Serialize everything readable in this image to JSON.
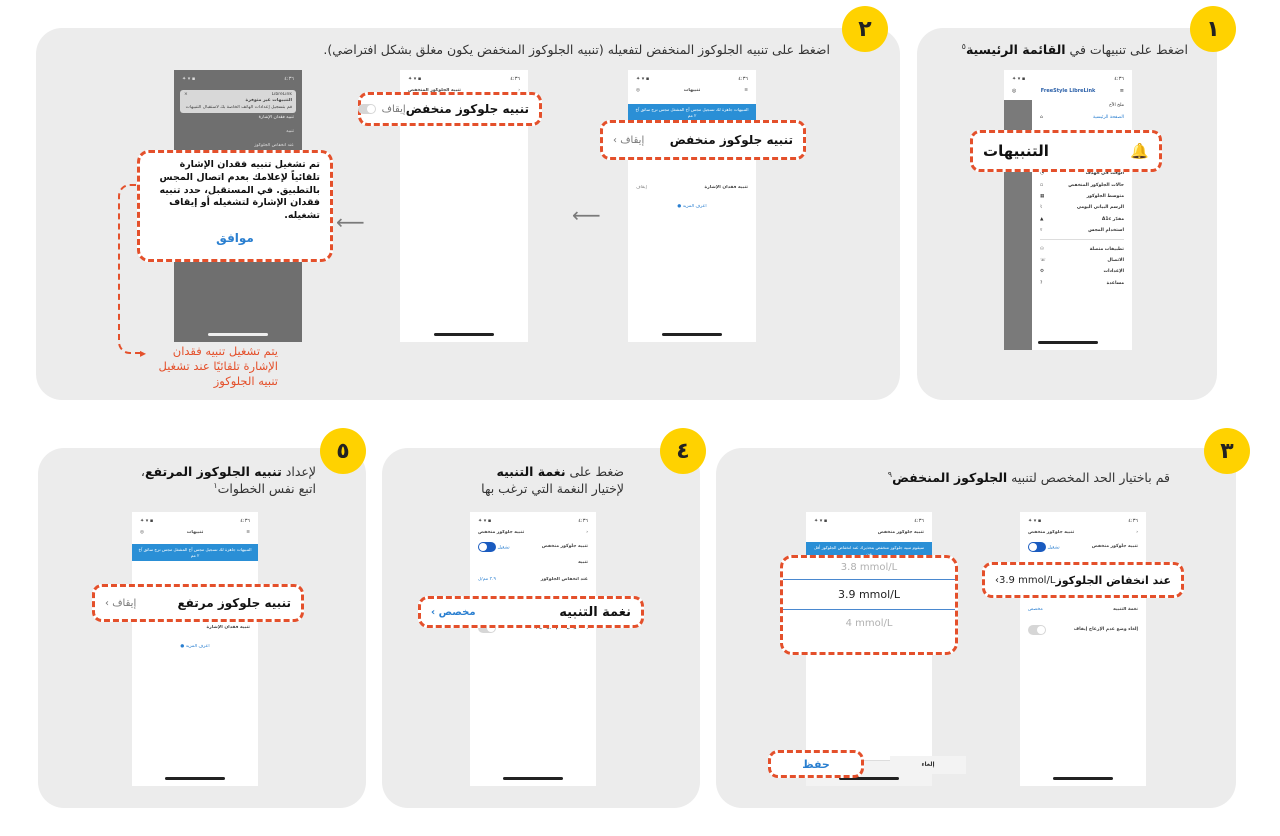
{
  "colors": {
    "accent": "#ffd200",
    "callout": "#e4502b",
    "blue": "#2a7fd0",
    "panel": "#ececec"
  },
  "step1": {
    "badge": "١",
    "title_pre": "اضغط على  تنبيهات في ",
    "title_bold": "القائمة الرئيسية",
    "title_sup": "٥",
    "brand": "FreeStyle LibreLink",
    "menu_head": "ملخ الآخ",
    "menu_home": "الصفحة الرئيسية",
    "callout_label": "التنبيهات",
    "menu_items": [
      "الأنشطة اليومية",
      "الوقت في الهدف",
      "حالات الجلوكوز المنخفض",
      "متوسط الجلوكوز",
      "الرسم البياني اليومي",
      "مقدّر A1c",
      "استخدام المجس",
      "تطبيقات متصلة",
      "الاتصال",
      "الإعدادات",
      "مساعدة"
    ]
  },
  "step2": {
    "badge": "٢",
    "title": "اضغط على تنبيه الجلوكوز المنخفض لتفعيله (تنبيه الجلوكوز المنخفض يكون مغلق بشكل افتراضي).",
    "phone1_header": "تنبيهات",
    "phone1_banner": "التنبيهات جاهزة لك تسجيل مجس آخ المشغل مجس ترج سائق آخ ٢ مم",
    "phone1_callout_label": "تنبيه جلوكوز منخفض",
    "phone1_callout_state": "إيقاف",
    "phone1_row": "تنبيه فقدان الإشارة",
    "phone1_row_state": "إيقاف",
    "phone1_link": "اعرف المزيد",
    "phone2_header": "تنبيه الجلوكوز المنخفض",
    "phone2_callout_label": "تنبيه جلوكوز منخفض",
    "phone2_callout_state": "إيقاف",
    "phone3_header": "تنبيه فقدان الإشارة",
    "phone3_brand": "LibreLink",
    "phone3_notice1": "التنبيهات غير متوفرة",
    "phone3_notice2": "قم بتسجيل إعدادات الهاتف الخاصة بك لاستقبال التنبيهات",
    "phone3_row1": "تنبيه",
    "phone3_row2": "عند انخفاض الجلوكوز",
    "dialog_text": "تم تشغيل تنبيه فقدان الإشارة تلقائياً لإعلامك بعدم اتصال المجس بالتطبيق. في المستقبل، حدد تنبيه فقدان الإشارة لتشغيله أو إيقاف تشغيله.",
    "dialog_button": "موافق",
    "orange_note": "يتم تشغيل تنبيه فقدان الإشارة تلقائيًا عند تشغيل تنبيه الجلوكوز"
  },
  "step3": {
    "badge": "٣",
    "title_pre": "قم باختيار الحد المخصص لتنبيه ",
    "title_bold": "الجلوكوز المنخفض",
    "title_sup": "٩",
    "phoneA_header": "تنبيه جلوكوز منخفض",
    "phoneA_row": "تنبيه جلوكوز منخفض",
    "phoneA_toggle_label": "تشغيل",
    "phoneA_callout_label": "عند انخفاض الجلوكوز",
    "phoneA_callout_value": "3.9 mmol/L",
    "phoneA_sound": "الأصوات",
    "phoneA_tone": "نغمة التنبيه",
    "phoneA_tone_value": "مخصص",
    "phoneA_note": "إلغاء وضع عدم الإزعاج إيقاف",
    "phoneB_header": "تنبيه جلوكوز منخفض",
    "phoneB_banner": "سيقوم تنبيه جلوكوز منخفض بتحذيرك عند انخفاض الجلوكوز أقل من",
    "picker_values": [
      "3.8 mmol/L",
      "3.9 mmol/L",
      "4 mmol/L"
    ],
    "save_button": "حفظ",
    "cancel_button": "إلغاء"
  },
  "step4": {
    "badge": "٤",
    "title_pre": "ضغط على ",
    "title_bold": "نغمة التنبيه",
    "title_line2": "لإختيار النغمة التي ترغب بها",
    "phone_header": "تنبيه جلوكوز منخفض",
    "phone_row": "تنبيه جلوكوز منخفض",
    "phone_toggle_label": "تشغيل",
    "phone_section": "تنبيه",
    "phone_row2": "عند انخفاض الجلوكوز",
    "phone_row2_value": "٣.٩ مم/ل",
    "callout_label": "نغمة التنبيه",
    "callout_value": "مخصص",
    "phone_note": "إلغاء وضع عدم الإزعاج إيقاف"
  },
  "step5": {
    "badge": "٥",
    "title_pre": "لإعداد ",
    "title_bold": "تنبيه الجلوكوز المرتفع",
    "title_mid": "،",
    "title_line2": "اتبع نفس الخطوات",
    "title_sup": "١",
    "phone_header": "تنبيهات",
    "phone_banner": "التنبيهات جاهزة لك تسجيل مجس آخ المشغل مجس ترج سائق آخ ٢ مم",
    "callout_label": "تنبيه جلوكوز مرتفع",
    "callout_state": "إيقاف",
    "phone_row": "تنبيه فقدان الإشارة",
    "phone_link": "اعرف المزيد"
  }
}
